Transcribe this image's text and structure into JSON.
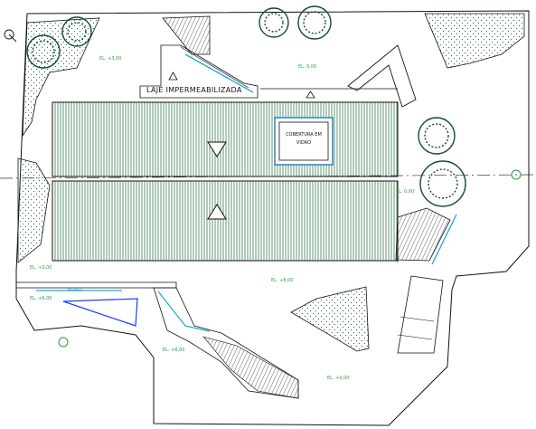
{
  "plan": {
    "title": "LAJE IMPERMEABILIZADA",
    "glass_roof_label_1": "COBERTURA EM",
    "glass_roof_label_2": "VIDRO",
    "levels": {
      "top_left": "EL. +3,00",
      "top_center": "EL. 0,00",
      "right_mid": "EL. 0,00",
      "left_mid": "EL. +3,00",
      "center_right": "EL. +6,00",
      "bottom_left": "EL. +6,00",
      "bottom_center": "EL. +6,00",
      "bottom_right": "EL. +0,00",
      "left_strip": "MURO"
    },
    "colors": {
      "line": "#111111",
      "accent": "#19a9d6",
      "level_text": "#2a9d3c",
      "tree": "#0f4d2e",
      "ramp": "#1a3cff"
    },
    "icons": [
      "north-arrow-icon",
      "axis-marker-icon",
      "tree-icon"
    ]
  }
}
